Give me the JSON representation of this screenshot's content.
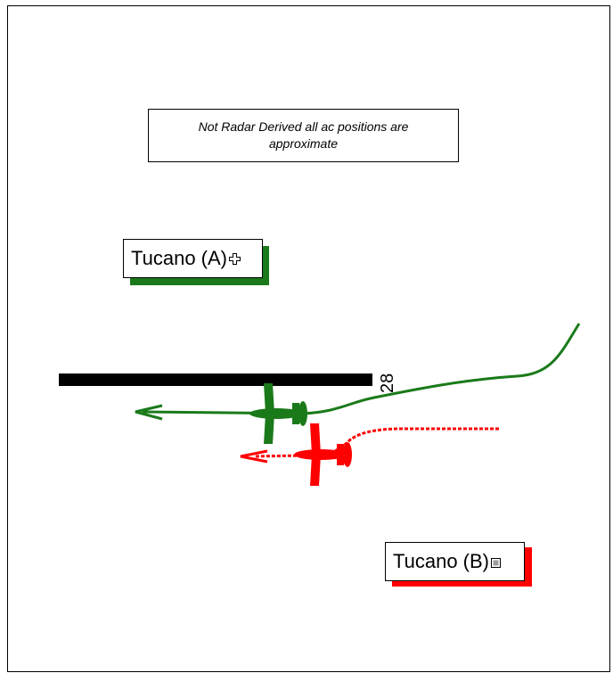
{
  "note": {
    "text": "Not Radar Derived all ac positions are approximate"
  },
  "runway": {
    "designator": "28"
  },
  "aircraft": [
    {
      "label": "Tucano (A)",
      "color": "#1a7a1a",
      "symbol": "plus-box-icon"
    },
    {
      "label": "Tucano (B)",
      "color": "#ff0000",
      "symbol": "square-dot-icon"
    }
  ]
}
